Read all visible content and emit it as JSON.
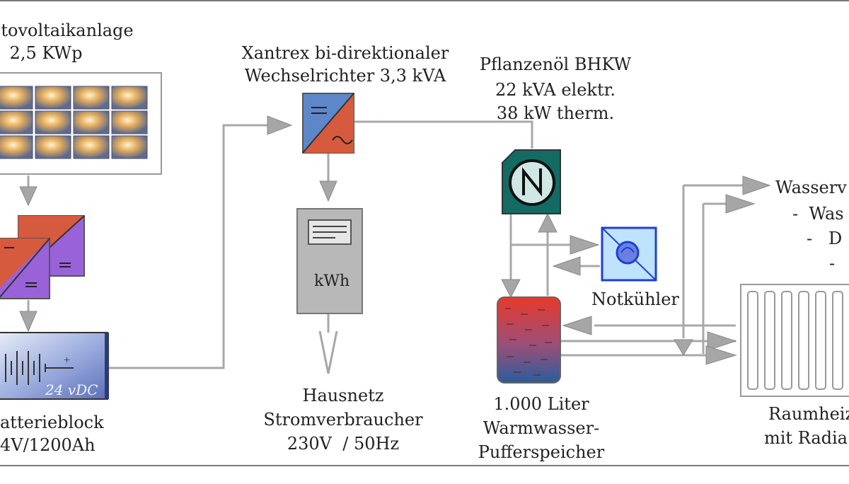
{
  "pv": {
    "line1": "tovoltaikanlage",
    "line2": "2,5 KWp"
  },
  "inverter": {
    "line1": "Xantrex bi-direktionaler",
    "line2": "Wechselrichter 3,3 kVA"
  },
  "chp": {
    "line1": "Pflanzenöl BHKW",
    "line2": "22 kVA elektr.",
    "line3": "38 kW therm."
  },
  "water": {
    "line1": "Wasserv",
    "line2": "-  Was",
    "line3": "-   D",
    "line4": "-"
  },
  "meter": {
    "unit": "kWh"
  },
  "cooler": {
    "label": "Notkühler"
  },
  "battery": {
    "voltage": "24 vDC",
    "line1": "atterieblock",
    "line2": "4V/1200Ah"
  },
  "house": {
    "line1": "Hausnetz",
    "line2": "Stromverbraucher",
    "line3": "230V  / 50Hz"
  },
  "tank": {
    "line1": "1.000 Liter",
    "line2": "Warmwasser-",
    "line3": "Pufferspeicher"
  },
  "heating": {
    "line1": "Raumheiz",
    "line2": "mit Radia"
  },
  "colors": {
    "inverter_blue": "#5d87c8",
    "inverter_red": "#d65a3e",
    "battery_charger_purple": "#9a62d8",
    "chp_teal": "#136b63",
    "cooler_blue": "#1f3fd8",
    "tank_red": "#c0392b",
    "tank_blue": "#2a5d9c",
    "arrow_gray": "#a6a6a6"
  }
}
